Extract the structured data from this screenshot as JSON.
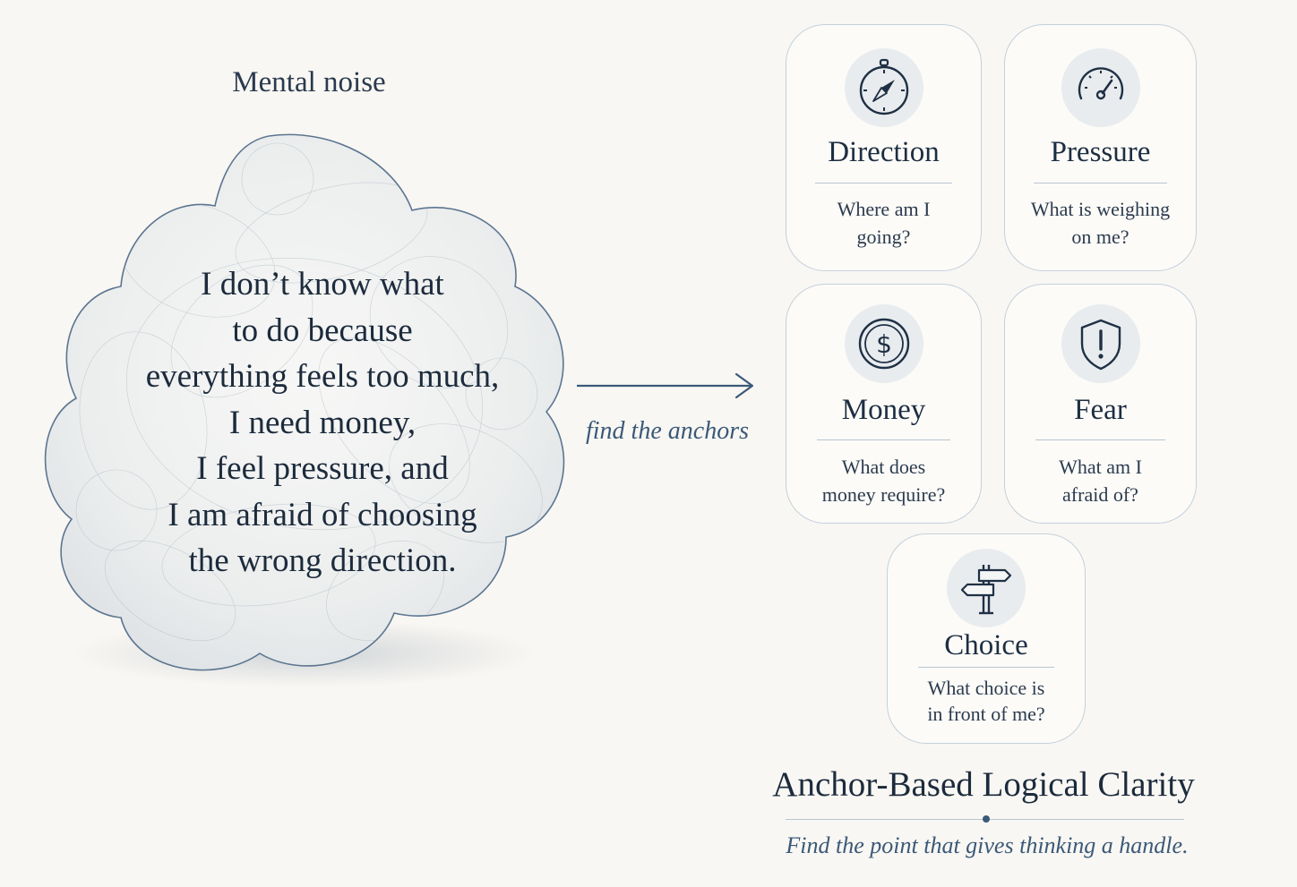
{
  "cloud": {
    "title": "Mental noise",
    "lines": [
      "I don’t know what",
      "to do because",
      "everything feels too much,",
      "I need money,",
      "I feel pressure, and",
      "I am afraid of choosing",
      "the wrong direction."
    ]
  },
  "arrow": {
    "label": "find the anchors"
  },
  "anchors": [
    {
      "title": "Direction",
      "icon": "compass-icon",
      "question": [
        "Where am I",
        "going?"
      ]
    },
    {
      "title": "Pressure",
      "icon": "gauge-icon",
      "question": [
        "What is weighing",
        "on me?"
      ]
    },
    {
      "title": "Money",
      "icon": "dollar-coin-icon",
      "question": [
        "What does",
        "money require?"
      ]
    },
    {
      "title": "Fear",
      "icon": "shield-exclamation-icon",
      "question": [
        "What am I",
        "afraid of?"
      ]
    },
    {
      "title": "Choice",
      "icon": "signpost-icon",
      "question": [
        "What choice is",
        "in front of me?"
      ]
    }
  ],
  "footer": {
    "title": "Anchor-Based Logical Clarity",
    "subtitle": "Find the point that gives thinking a handle."
  },
  "colors": {
    "background": "#f9f7f3",
    "ink": "#1f3045",
    "accent": "#3b5978",
    "card_border": "#c4d0db"
  }
}
